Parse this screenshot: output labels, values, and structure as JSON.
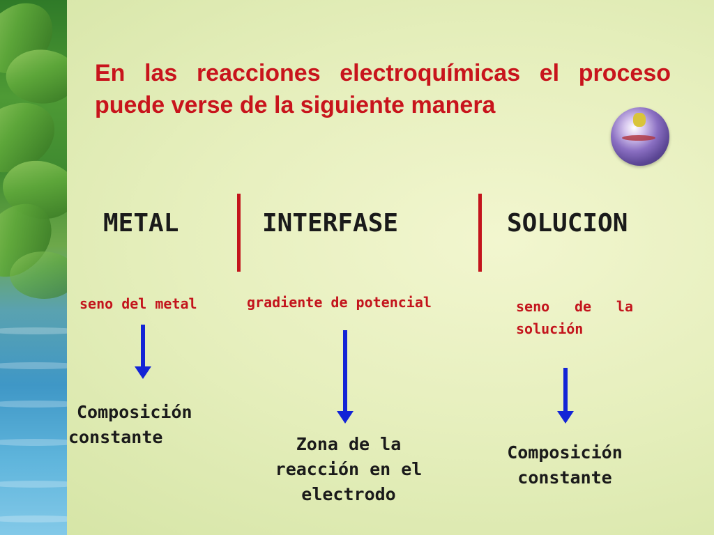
{
  "title": "En las reacciones electroquímicas el proceso puede verse de la siguiente manera",
  "regions": {
    "metal": {
      "label": "METAL",
      "description": "seno del metal",
      "result_line1": "Composición",
      "result_line2": "constante"
    },
    "interface": {
      "label": "INTERFASE",
      "description": "gradiente de potencial",
      "result_line1": "Zona de la",
      "result_line2": "reacción en el",
      "result_line3": "electrodo"
    },
    "solution": {
      "label": "SOLUCION",
      "description": "seno de la solución",
      "result_line1": "Composición",
      "result_line2": "constante"
    }
  },
  "colors": {
    "title": "#c8141c",
    "description": "#c3141c",
    "divider": "#c3141c",
    "arrow": "#1324d6",
    "text": "#1a1a1a"
  }
}
